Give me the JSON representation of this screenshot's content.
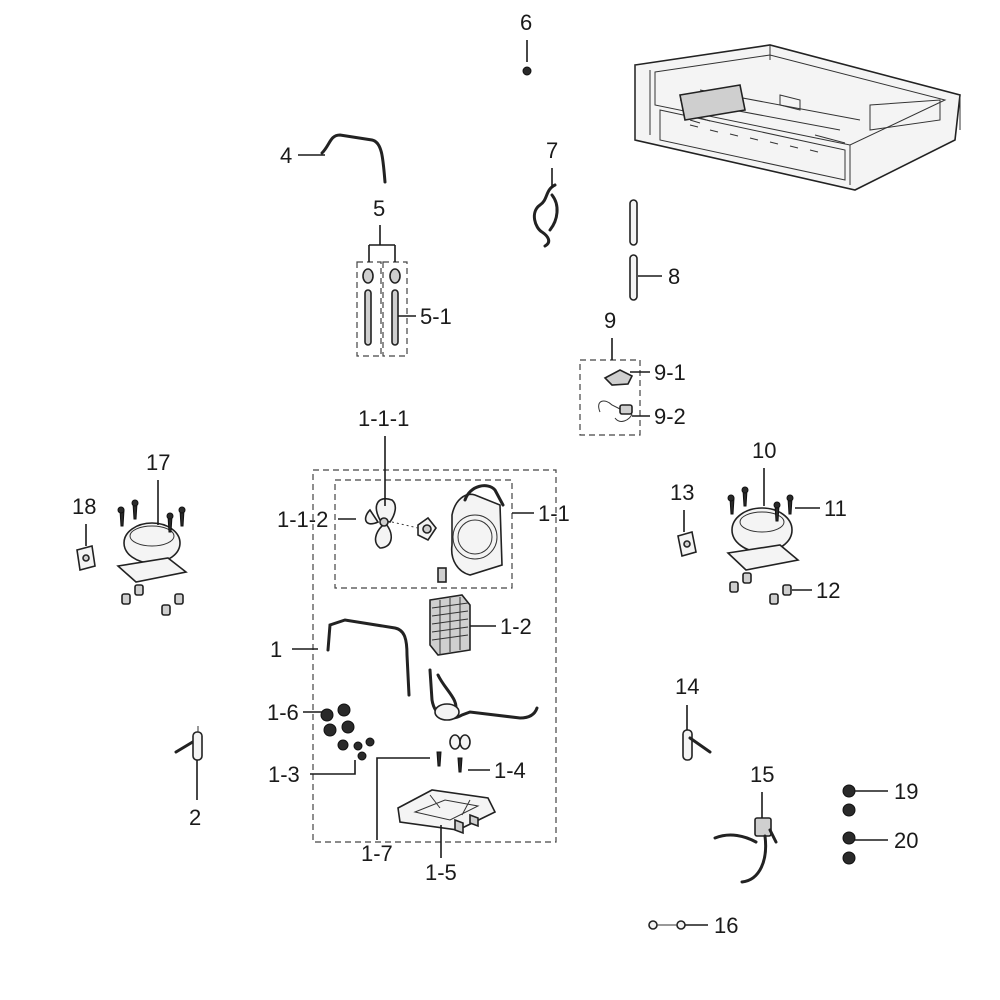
{
  "labels": {
    "l1": "1",
    "l1_1": "1-1",
    "l1_1_1": "1-1-1",
    "l1_1_2": "1-1-2",
    "l1_2": "1-2",
    "l1_3": "1-3",
    "l1_4": "1-4",
    "l1_5": "1-5",
    "l1_6": "1-6",
    "l1_7": "1-7",
    "l2": "2",
    "l4": "4",
    "l5": "5",
    "l5_1": "5-1",
    "l6": "6",
    "l7": "7",
    "l8": "8",
    "l9": "9",
    "l9_1": "9-1",
    "l9_2": "9-2",
    "l10": "10",
    "l11": "11",
    "l12": "12",
    "l13": "13",
    "l14": "14",
    "l15": "15",
    "l16": "16",
    "l17": "17",
    "l18": "18",
    "l19": "19",
    "l20": "20"
  }
}
